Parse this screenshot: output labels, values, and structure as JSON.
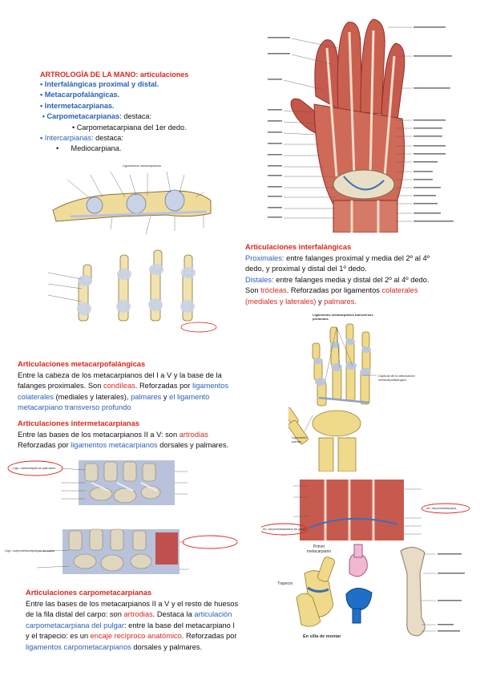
{
  "intro": {
    "heading": "ARTROLOGÍA DE LA MANO: articulaciones",
    "bullets": [
      {
        "text": "Interfalángicas proximal y distal."
      },
      {
        "text": "Metacarpofalángicas."
      },
      {
        "text": "Intermetacarpianas."
      },
      {
        "term": "Carpometacarpianas",
        "rest": ": destaca:"
      },
      {
        "text": "Carpometacarpiana del 1er dedo."
      },
      {
        "term": "Intercarpianas:",
        "rest": " destaca:"
      },
      {
        "text": "Mediocarpiana."
      }
    ]
  },
  "interfalangicas": {
    "title": "Articulaciones interfalángicas",
    "l1a": "Proximales:",
    "l1b": " entre falanges proximal y media del 2º al 4º",
    "l2": "dedo, y proximal y distal del 1º dedo.",
    "l3a": "Distales:",
    "l3b": " entre falanges media y distal del 2º al 4º dedo.",
    "l4a": "Son ",
    "l4b": "trócleas",
    "l4c": ". Reforzadas por ligamentos ",
    "l4d": "colaterales",
    "l5a": "(mediales y laterales)",
    "l5b": " y ",
    "l5c": "palmares."
  },
  "metacarpofalangicas": {
    "title": "Articulaciones metacarpofalángicas",
    "l1": "Entre la cabeza de los metacarpianos del I a V y la base de la",
    "l2a": "falanges proximales. Son ",
    "l2b": "condíleas",
    "l2c": ". Reforzadas por ",
    "l2d": "ligamentos",
    "l3a": "colaterales",
    "l3b": " (mediales y laterales), ",
    "l3c": "palmares",
    "l3d": " y ",
    "l3e": "el ligamento",
    "l4": "metacarpiano transverso profundo"
  },
  "intermetacarpianas": {
    "title": "Articulaciones intermetacarpianas",
    "l1a": "Entre las bases de los metacarpianos II a V: son ",
    "l1b": "artrodias",
    "l2a": "Reforzadas por ",
    "l2b": "ligamentos metacarpianos",
    "l2c": " dorsales y palmares."
  },
  "carpometacarpianas": {
    "title": "Articulaciones carpometacarpianas",
    "l1": "Entre las bases de los metacarpianos II a V y el resto de huesos",
    "l2a": "de la fila distal del carpo: son ",
    "l2b": "artrodias",
    "l2c": ". Destaca la ",
    "l2d": "articulación",
    "l3a": "carpometacarpiana del pulgar",
    "l3b": ": entre la base del metacarpiano I",
    "l4a": "y el trapecio: es un ",
    "l4b": "encaje recíproco anatómico",
    "l4c": ". Reforzadas por",
    "l5a": "ligamentos carpometacarpianos",
    "l5b": " dorsales y palmares."
  },
  "figures": {
    "lig_title": "Ligamentos metacarpianos",
    "transverse_title": "Ligamentos metacarpianos transversos profundos",
    "capsule_label": "Cápsula de la articulación metacarpofalángica",
    "palmar_label": "Ligamento palmar",
    "primer_meta": "Primer metacarpiano",
    "trapecio": "Trapecio",
    "silla": "En silla de montar",
    "lig_meta_palmares": "Ligs. metacarpianos palmares",
    "lig_carpomet_dorsales": "Ligs. carpometacarpianos dorsales",
    "art_carpomet_pulgar": "Art. carpometacarpiana del pulgar",
    "art_carpomet": "Art. carpometacarpiana"
  },
  "colors": {
    "red": "#d9261c",
    "blue": "#2a62b8",
    "bone": "#efd98a",
    "ligament": "#c9d3e8",
    "muscle": "#c0504d"
  }
}
